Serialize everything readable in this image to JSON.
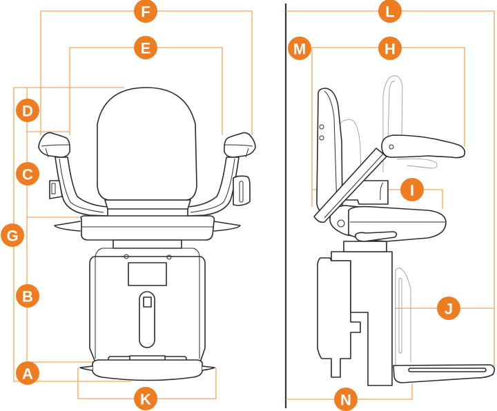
{
  "diagram": {
    "subject": "Stairlift dimensions diagram",
    "views": [
      "front-view",
      "side-view"
    ],
    "accent_color": "#ee7d22",
    "dimension_line_color": "#f5a45a",
    "labels": {
      "A": "A",
      "B": "B",
      "C": "C",
      "D": "D",
      "E": "E",
      "F": "F",
      "G": "G",
      "H": "H",
      "I": "I",
      "J": "J",
      "K": "K",
      "L": "L",
      "M": "M",
      "N": "N"
    }
  }
}
